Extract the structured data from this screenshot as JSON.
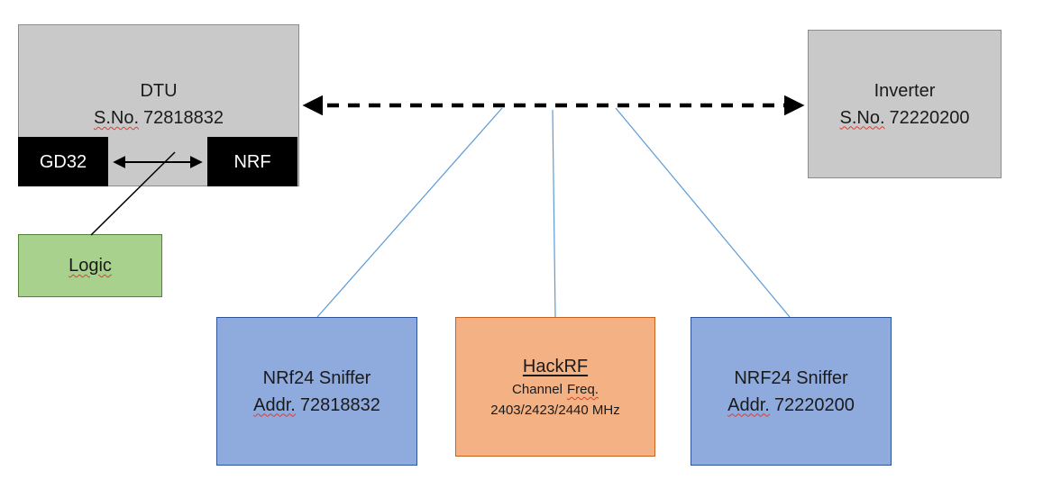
{
  "colors": {
    "box_gray": "#c9c9c9",
    "box_gray_border": "#8c8c8c",
    "chip_black": "#000000",
    "box_green": "#a9d18e",
    "box_green_border": "#548235",
    "box_blue": "#8faadc",
    "box_blue_border": "#2e5597",
    "box_orange": "#f4b183",
    "box_orange_border": "#cb6120",
    "connector_blue": "#5b9bd5",
    "arrow_black": "#000000",
    "spellcheck_red": "#e03c31"
  },
  "dtu": {
    "title": "DTU",
    "serial_label": "S.No.",
    "serial_value": "72818832"
  },
  "gd32_label": "GD32",
  "nrf_label": "NRF",
  "logic_label": "Logic",
  "inverter": {
    "title": "Inverter",
    "serial_label": "S.No.",
    "serial_value": "72220200"
  },
  "sniffer_left": {
    "title": "NRf24 Sniffer",
    "addr_label": "Addr.",
    "addr_value": "72818832"
  },
  "hackrf": {
    "title": "HackRF",
    "channel_word": "Channel",
    "freq_word": "Freq.",
    "freq_line": "2403/2423/2440 MHz"
  },
  "sniffer_right": {
    "title": "NRF24 Sniffer",
    "addr_label": "Addr.",
    "addr_value": "72220200"
  }
}
